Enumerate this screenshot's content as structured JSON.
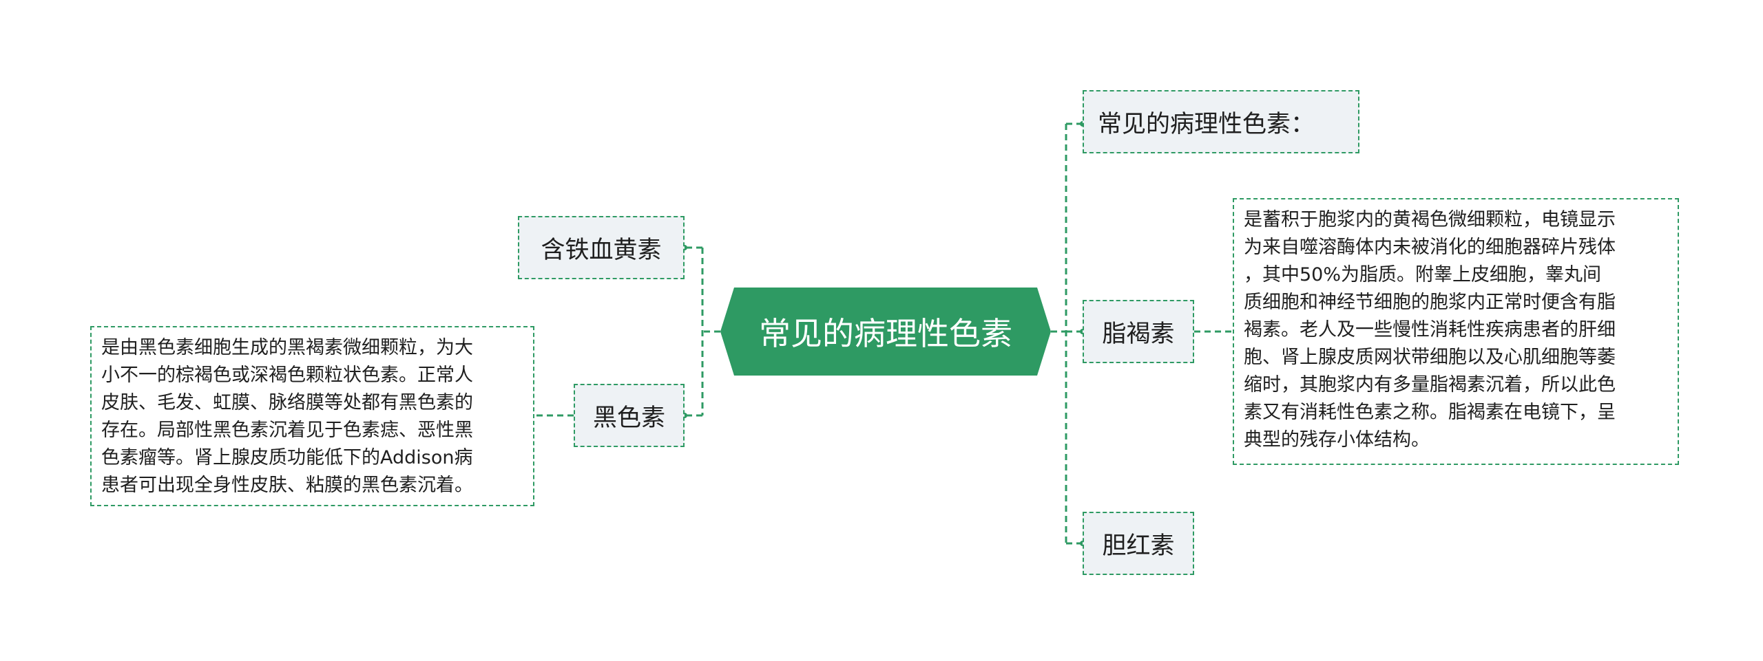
{
  "root": {
    "label": "常见的病理性色素"
  },
  "left_branches": [
    {
      "label": "含铁血黄素"
    },
    {
      "label": "黑色素",
      "note_lines": [
        "是由黑色素细胞生成的黑褐素微细颗粒，为大",
        "小不一的棕褐色或深褐色颗粒状色素。正常人",
        "皮肤、毛发、虹膜、脉络膜等处都有黑色素的",
        "存在。局部性黑色素沉着见于色素痣、恶性黑",
        "色素瘤等。肾上腺皮质功能低下的Addison病",
        "患者可出现全身性皮肤、粘膜的黑色素沉着。"
      ]
    }
  ],
  "right_branches": [
    {
      "label": "常见的病理性色素："
    },
    {
      "label": "脂褐素",
      "note_lines": [
        "是蓄积于胞浆内的黄褐色微细颗粒，电镜显示",
        "为来自噬溶酶体内未被消化的细胞器碎片残体",
        "，其中50%为脂质。附睾上皮细胞，睾丸间",
        "质细胞和神经节细胞的胞浆内正常时便含有脂",
        "褐素。老人及一些慢性消耗性疾病患者的肝细",
        "胞、肾上腺皮质网状带细胞以及心肌细胞等萎",
        "缩时，其胞浆内有多量脂褐素沉着，所以此色",
        "素又有消耗性色素之称。脂褐素在电镜下，呈",
        "典型的残存小体结构。"
      ]
    },
    {
      "label": "胆红素"
    }
  ],
  "colors": {
    "accent": "#2e9a63",
    "node_fill": "#eef2f5",
    "text": "#1f1f1f",
    "root_text": "#ffffff"
  }
}
